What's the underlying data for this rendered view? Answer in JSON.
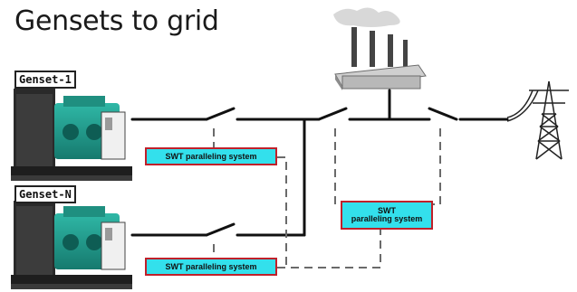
{
  "title": "Gensets to grid",
  "gensets": [
    {
      "label": "Genset-1"
    },
    {
      "label": "Genset-N"
    }
  ],
  "controllers": {
    "genset1": "SWT paralleling system",
    "gensetN": "SWT paralleling system",
    "bus_line1": "SWT",
    "bus_line2": "paralleling system"
  },
  "icons": [
    "generator-icon",
    "factory-icon",
    "transmission-tower-icon",
    "switch-icon"
  ],
  "colors": {
    "controller_fill": "#33e0ec",
    "controller_border": "#c0202a",
    "line": "#111111",
    "dashed": "#6a6a6a"
  }
}
